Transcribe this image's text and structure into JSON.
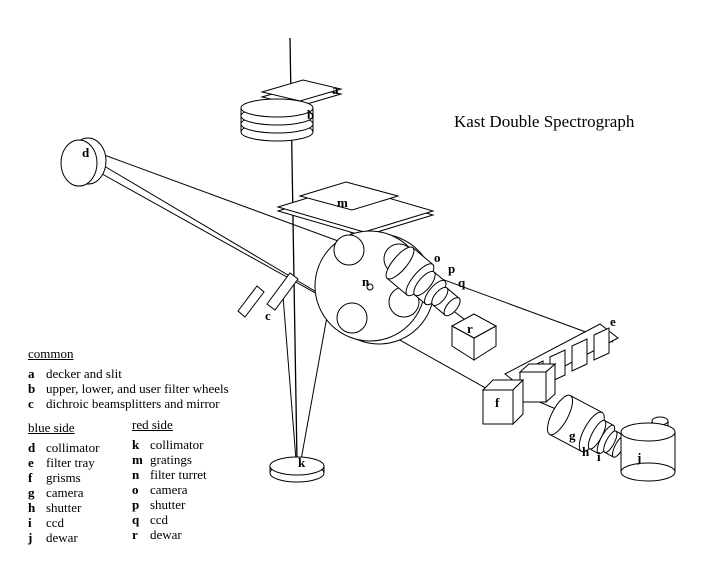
{
  "title": "Kast Double Spectrograph",
  "legend": {
    "common": {
      "heading": "common",
      "items": [
        {
          "key": "a",
          "label": "decker and slit"
        },
        {
          "key": "b",
          "label": "upper, lower, and user filter wheels"
        },
        {
          "key": "c",
          "label": "dichroic beamsplitters and mirror"
        }
      ]
    },
    "blue_side": {
      "heading": "blue side",
      "items": [
        {
          "key": "d",
          "label": "collimator"
        },
        {
          "key": "e",
          "label": "filter tray"
        },
        {
          "key": "f",
          "label": "grisms"
        },
        {
          "key": "g",
          "label": "camera"
        },
        {
          "key": "h",
          "label": "shutter"
        },
        {
          "key": "i",
          "label": "ccd"
        },
        {
          "key": "j",
          "label": "dewar"
        }
      ]
    },
    "red_side": {
      "heading": "red side",
      "items": [
        {
          "key": "k",
          "label": "collimator"
        },
        {
          "key": "m",
          "label": "gratings"
        },
        {
          "key": "n",
          "label": "filter turret"
        },
        {
          "key": "o",
          "label": "camera"
        },
        {
          "key": "p",
          "label": "shutter"
        },
        {
          "key": "q",
          "label": "ccd"
        },
        {
          "key": "r",
          "label": "dewar"
        }
      ]
    }
  },
  "diagram_labels": {
    "a": "a",
    "b": "b",
    "c": "c",
    "d": "d",
    "e": "e",
    "f": "f",
    "g": "g",
    "h": "h",
    "i": "i",
    "j": "j",
    "k": "k",
    "m": "m",
    "n": "n",
    "o": "o",
    "p": "p",
    "q": "q",
    "r": "r"
  },
  "colors": {
    "ink": "#000000",
    "paper": "#ffffff"
  }
}
